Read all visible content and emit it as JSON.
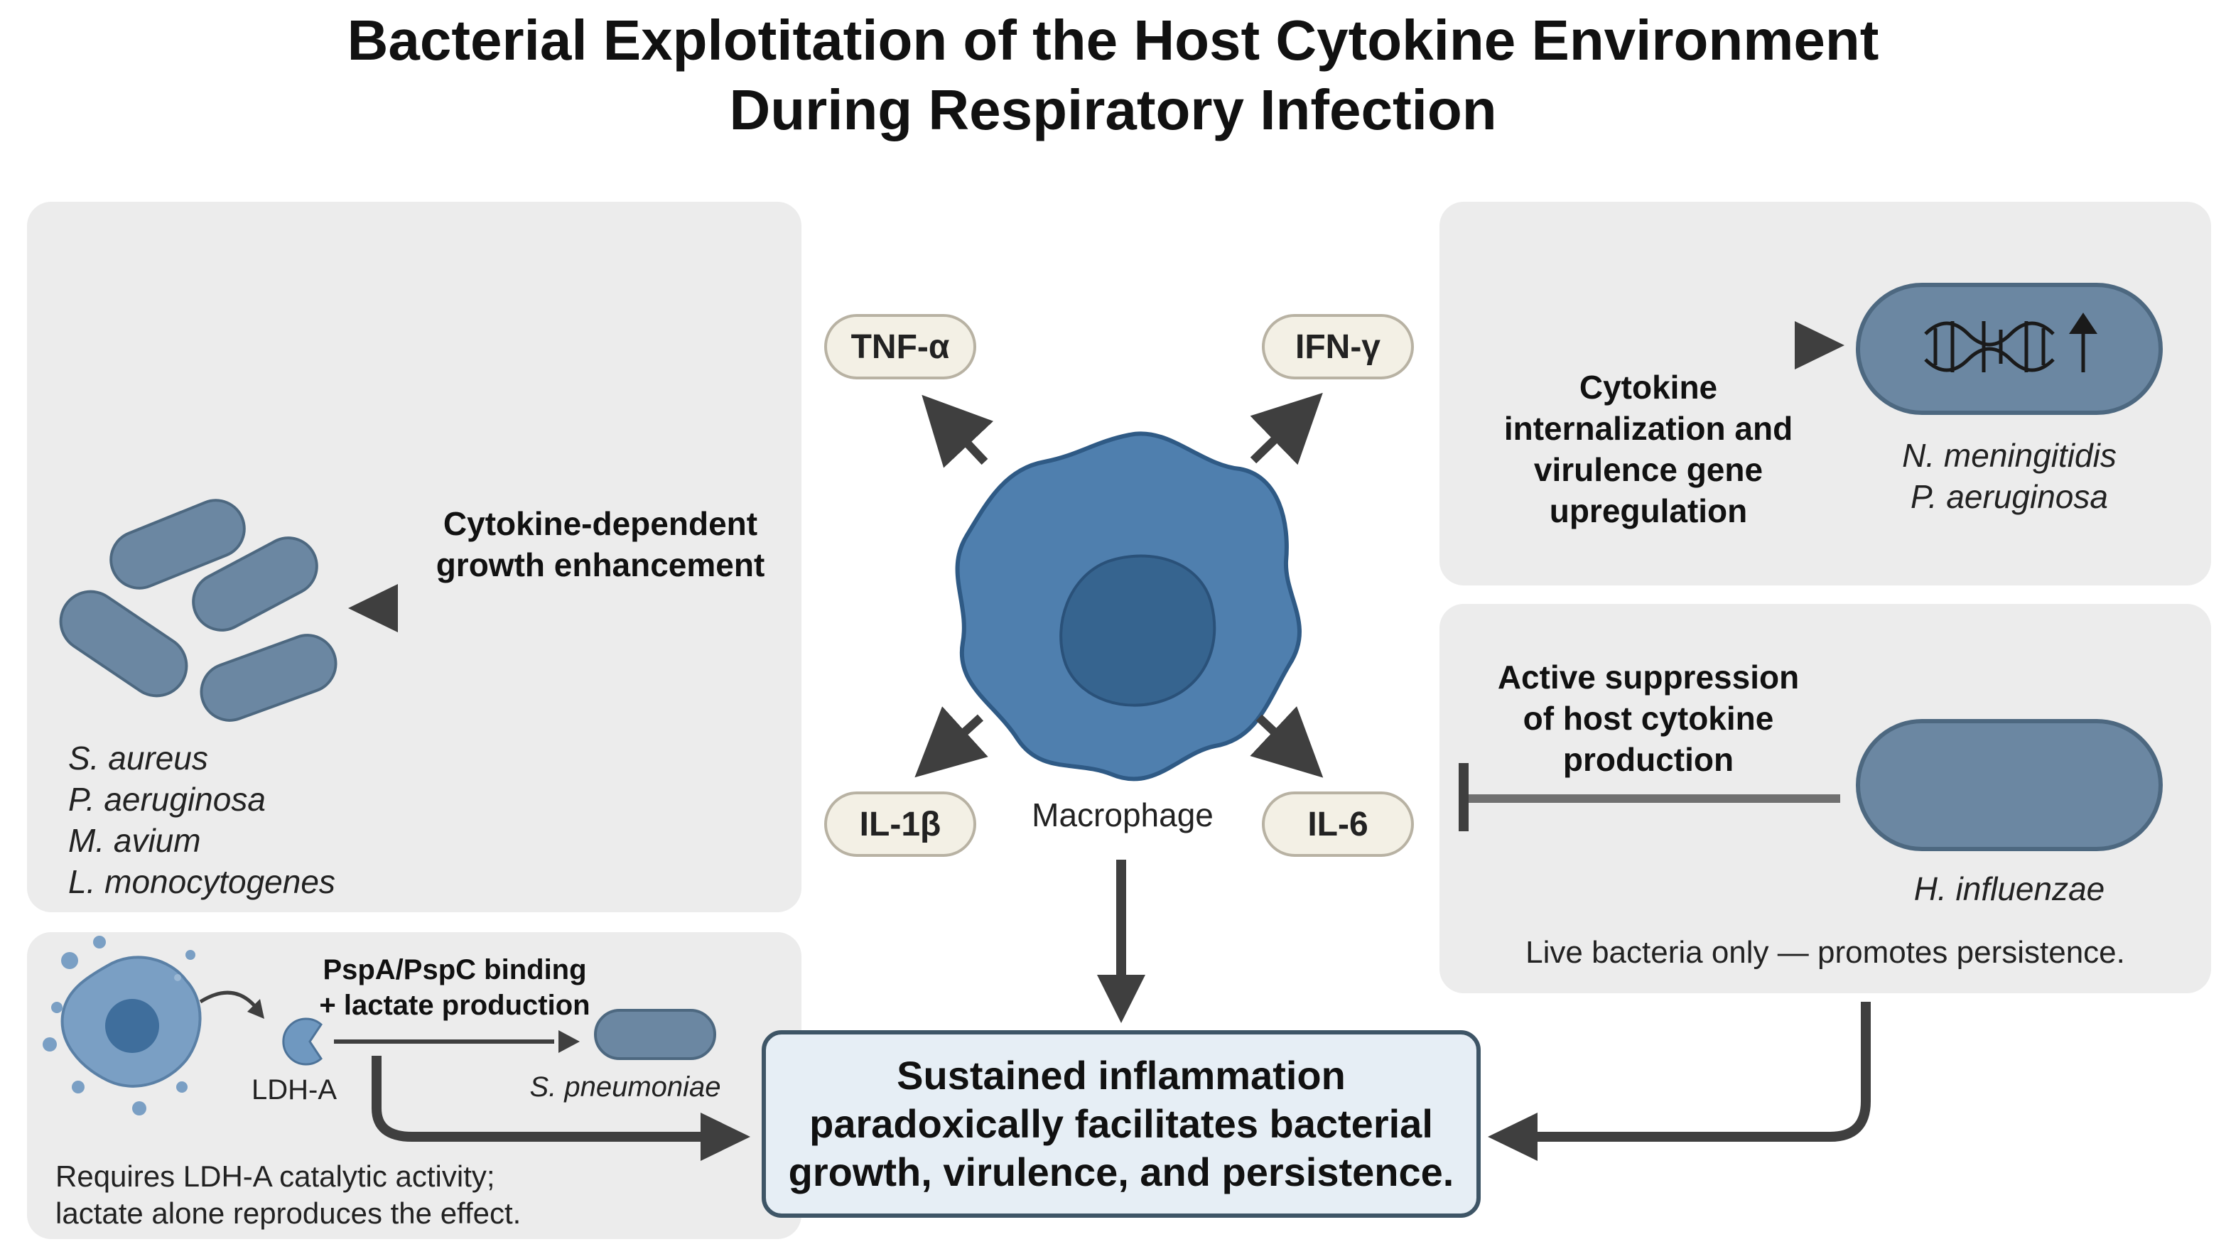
{
  "title_line1": "Bacterial Explotitation of the Host Cytokine Environment",
  "title_line2": "During Respiratory Infection",
  "cytokines": {
    "tnf": "TNF-α",
    "ifn": "IFN-γ",
    "il1": "IL-1β",
    "il6": "IL-6"
  },
  "macrophage_label": "Macrophage",
  "left_panel": {
    "arrow_label_line1": "Cytokine-dependent",
    "arrow_label_line2": "growth enhancement",
    "species": [
      "S. aureus",
      "P. aeruginosa",
      "M. avium",
      "L. monocytogenes"
    ]
  },
  "top_right_panel": {
    "label_lines": [
      "Cytokine",
      "internalization and",
      "virulence gene",
      "upregulation"
    ],
    "species": [
      "N. meningitidis",
      "P. aeruginosa"
    ]
  },
  "mid_right_panel": {
    "label_lines": [
      "Active suppression",
      "of host cytokine",
      "production"
    ],
    "species": "H. influenzae",
    "note": "Live bacteria only — promotes persistence."
  },
  "bottom_left_panel": {
    "binding_line1": "PspA/PspC binding",
    "binding_line2": "+ lactate production",
    "ldh_label": "LDH-A",
    "species": "S. pneumoniae",
    "note_line1": "Requires LDH-A catalytic activity;",
    "note_line2": "lactate alone reproduces the effect."
  },
  "center_box": {
    "line1": "Sustained inflammation",
    "line2": "paradoxically facilitates bacterial",
    "line3": "growth, virulence, and persistence."
  },
  "colors": {
    "panel_bg": "#ececec",
    "bacteria": "#6b87a2",
    "macrophage": "#4f7fae",
    "arrow": "#3f3f3f",
    "pill_bg": "#f3f0e5"
  }
}
